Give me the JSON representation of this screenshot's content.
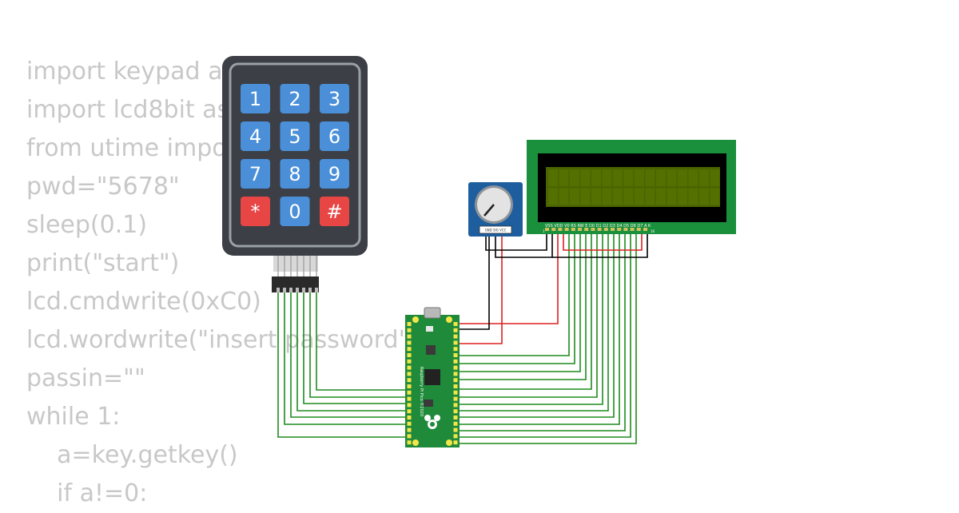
{
  "code_lines": [
    "import keypad as key",
    "import lcd8bit as lcd",
    "from utime import sleep",
    "pwd=\"5678\"",
    "sleep(0.1)",
    "print(\"start\")",
    "lcd.cmdwrite(0xC0)",
    "lcd.wordwrite(\"insert password\")",
    "passin=\"\"",
    "while 1:",
    "    a=key.getkey()",
    "    if a!=0:"
  ],
  "keypad": {
    "keys": [
      {
        "label": "1",
        "color": "#4a8fd8"
      },
      {
        "label": "2",
        "color": "#4a8fd8"
      },
      {
        "label": "3",
        "color": "#4a8fd8"
      },
      {
        "label": "4",
        "color": "#4a8fd8"
      },
      {
        "label": "5",
        "color": "#4a8fd8"
      },
      {
        "label": "6",
        "color": "#4a8fd8"
      },
      {
        "label": "7",
        "color": "#4a8fd8"
      },
      {
        "label": "8",
        "color": "#4a8fd8"
      },
      {
        "label": "9",
        "color": "#4a8fd8"
      },
      {
        "label": "*",
        "color": "#e84545"
      },
      {
        "label": "0",
        "color": "#4a8fd8"
      },
      {
        "label": "#",
        "color": "#e84545"
      }
    ]
  },
  "lcd": {
    "pin_labels": "VSS VDD V0 RS RW E D0 D1 D2 D3 D4 D5 D6 D7 A K",
    "pin_start": "1",
    "pin_end": "16"
  },
  "pot": {
    "pin_labels": "GND SIG VCC"
  },
  "pico": {
    "board_text": "Raspberry Pi Pico ©2020"
  },
  "colors": {
    "wire_green": "#1e8c1e",
    "wire_red": "#dd2020",
    "wire_black": "#000000",
    "board_green": "#1f8a3a",
    "keypad_body": "#3c3f45",
    "lcd_screen": "#4a6400"
  }
}
